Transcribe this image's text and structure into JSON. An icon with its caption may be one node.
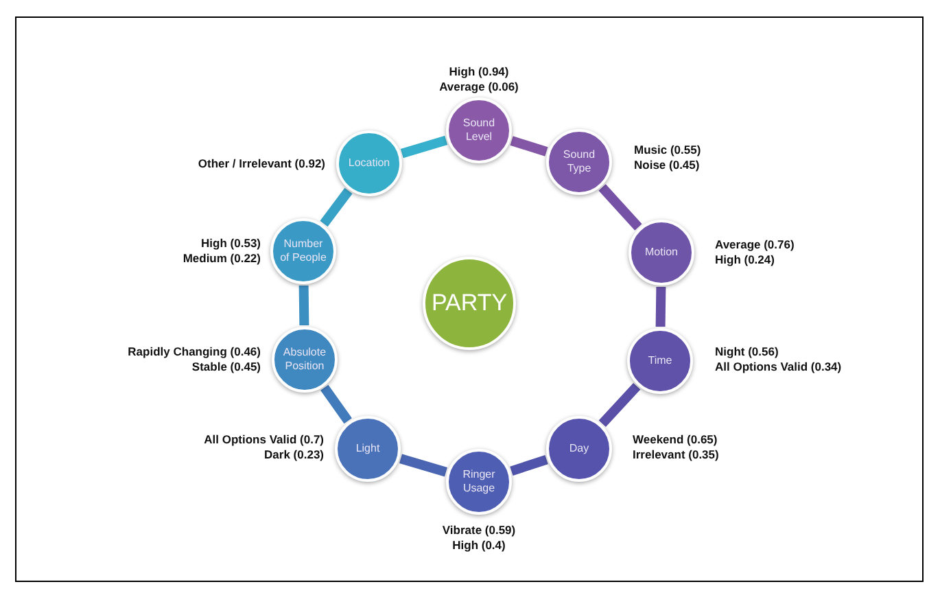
{
  "diagram": {
    "nodes": [
      {
        "text": [
          "Sound Level"
        ],
        "beside": [
          "High (0.94)",
          "Average (0.06)"
        ]
      },
      {
        "text": [
          "Sound Type"
        ],
        "beside": [
          "Music (0.55)",
          "Noise (0.45)"
        ]
      },
      {
        "text": [
          "Motion"
        ],
        "beside": [
          "Average (0.76)",
          "High (0.24)"
        ]
      },
      {
        "text": [
          "Time"
        ],
        "beside": [
          "Night (0.56)",
          "All Options Valid (0.34)"
        ]
      },
      {
        "text": [
          "Day"
        ],
        "beside": [
          "Weekend (0.65)",
          "Irrelevant (0.35)"
        ]
      },
      {
        "text": [
          "Ringer Usage"
        ],
        "beside": [
          "Vibrate (0.59)",
          "High (0.4)"
        ]
      },
      {
        "text": [
          "Light"
        ],
        "beside": [
          "All Options Valid (0.7)",
          "Dark (0.23)"
        ]
      },
      {
        "text": [
          "Absulote Position"
        ],
        "beside": [
          "Rapidly Changing (0.46)",
          "Stable (0.45)"
        ]
      },
      {
        "text": [
          "Number of People"
        ],
        "beside": [
          "High (0.53)",
          "Medium (0.22)"
        ]
      },
      {
        "text": [
          "Location"
        ],
        "beside": [
          "Other / Irrelevant (0.92)"
        ]
      },
      {
        "text": [
          "PARTY"
        ]
      }
    ],
    "edges": [
      {
        "from": 0,
        "to": 1,
        "arrow": "none",
        "color": "#8356a6"
      },
      {
        "from": 1,
        "to": 2,
        "arrow": "none",
        "color": "#7552a6"
      },
      {
        "from": 2,
        "to": 3,
        "arrow": "none",
        "color": "#6650a6"
      },
      {
        "from": 3,
        "to": 4,
        "arrow": "none",
        "color": "#5a50a8"
      },
      {
        "from": 4,
        "to": 5,
        "arrow": "none",
        "color": "#5055ab"
      },
      {
        "from": 5,
        "to": 6,
        "arrow": "none",
        "color": "#4a66b2"
      },
      {
        "from": 6,
        "to": 7,
        "arrow": "none",
        "color": "#427bbb"
      },
      {
        "from": 7,
        "to": 8,
        "arrow": "none",
        "color": "#3b8fc1"
      },
      {
        "from": 8,
        "to": 9,
        "arrow": "none",
        "color": "#37a2c6"
      },
      {
        "from": 9,
        "to": 0,
        "arrow": "none",
        "color": "#36b0cc"
      }
    ]
  }
}
